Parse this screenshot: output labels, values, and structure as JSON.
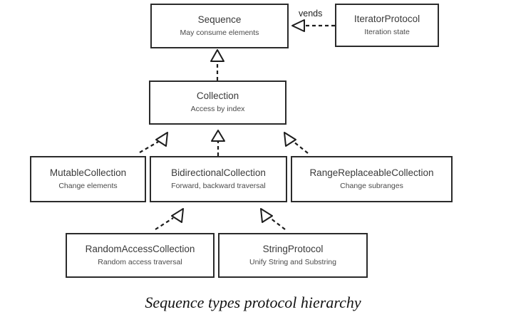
{
  "diagram": {
    "caption": "Sequence types protocol hierarchy",
    "background_color": "#ffffff",
    "stroke_color": "#2b2b2b",
    "nodes": [
      {
        "id": "sequence",
        "title": "Sequence",
        "subtitle": "May consume elements"
      },
      {
        "id": "iteratorprotocol",
        "title": "IteratorProtocol",
        "subtitle": "Iteration state"
      },
      {
        "id": "collection",
        "title": "Collection",
        "subtitle": "Access by index"
      },
      {
        "id": "mutablecollection",
        "title": "MutableCollection",
        "subtitle": "Change elements"
      },
      {
        "id": "bidirectional",
        "title": "BidirectionalCollection",
        "subtitle": "Forward, backward traversal"
      },
      {
        "id": "rangereplaceable",
        "title": "RangeReplaceableCollection",
        "subtitle": "Change subranges"
      },
      {
        "id": "randomaccess",
        "title": "RandomAccessCollection",
        "subtitle": "Random access traversal"
      },
      {
        "id": "stringprotocol",
        "title": "StringProtocol",
        "subtitle": "Unify String and Substring"
      }
    ],
    "edges": [
      {
        "id": "iterator-vends-sequence",
        "from": "IteratorProtocol",
        "to": "Sequence",
        "label": "vends",
        "style": "dashed",
        "arrow": "hollow-triangle"
      },
      {
        "id": "collection-to-sequence",
        "from": "Collection",
        "to": "Sequence",
        "label": "",
        "style": "dashed",
        "arrow": "hollow-triangle"
      },
      {
        "id": "mutable-to-collection",
        "from": "MutableCollection",
        "to": "Collection",
        "label": "",
        "style": "dashed",
        "arrow": "hollow-triangle"
      },
      {
        "id": "bidirectional-to-collection",
        "from": "BidirectionalCollection",
        "to": "Collection",
        "label": "",
        "style": "dashed",
        "arrow": "hollow-triangle"
      },
      {
        "id": "rangereplaceable-to-collection",
        "from": "RangeReplaceableCollection",
        "to": "Collection",
        "label": "",
        "style": "dashed",
        "arrow": "hollow-triangle"
      },
      {
        "id": "randomaccess-to-bidirectional",
        "from": "RandomAccessCollection",
        "to": "BidirectionalCollection",
        "label": "",
        "style": "dashed",
        "arrow": "hollow-triangle"
      },
      {
        "id": "stringprotocol-to-bidirectional",
        "from": "StringProtocol",
        "to": "BidirectionalCollection",
        "label": "",
        "style": "dashed",
        "arrow": "hollow-triangle"
      }
    ]
  }
}
